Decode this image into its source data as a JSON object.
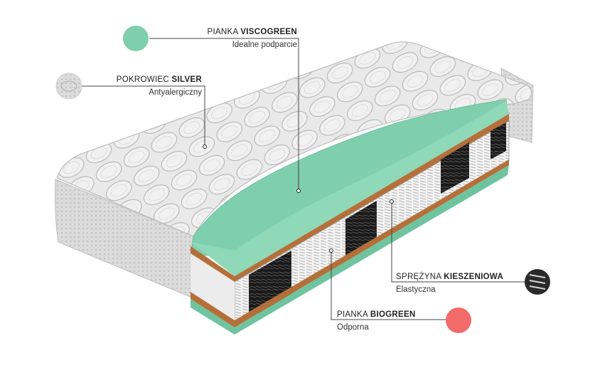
{
  "colors": {
    "visco": "#7fcfae",
    "bio": "#f36a6a",
    "cover": "#e8e8e8",
    "spring_dark": "#1a1a1a",
    "brown": "#b5703a",
    "leader": "#444444"
  },
  "callouts": {
    "visco": {
      "title_prefix": "PIANKA ",
      "title_bold": "VISCOGREEN",
      "subtitle": "Idealne podparcie",
      "icon": "green-circle-swatch"
    },
    "silver": {
      "title_prefix": "POKROWIEC ",
      "title_bold": "SILVER",
      "subtitle": "Antyalergiczny",
      "icon": "fabric-circle-swatch"
    },
    "spring": {
      "title_prefix": "SPRĘŻYNA ",
      "title_bold": "KIESZENIOWA",
      "subtitle": "Elastyczna",
      "icon": "spring-circle-swatch"
    },
    "bio": {
      "title_prefix": "PIANKA ",
      "title_bold": "BIOGREEN",
      "subtitle": "Odporna",
      "icon": "red-circle-swatch"
    }
  }
}
